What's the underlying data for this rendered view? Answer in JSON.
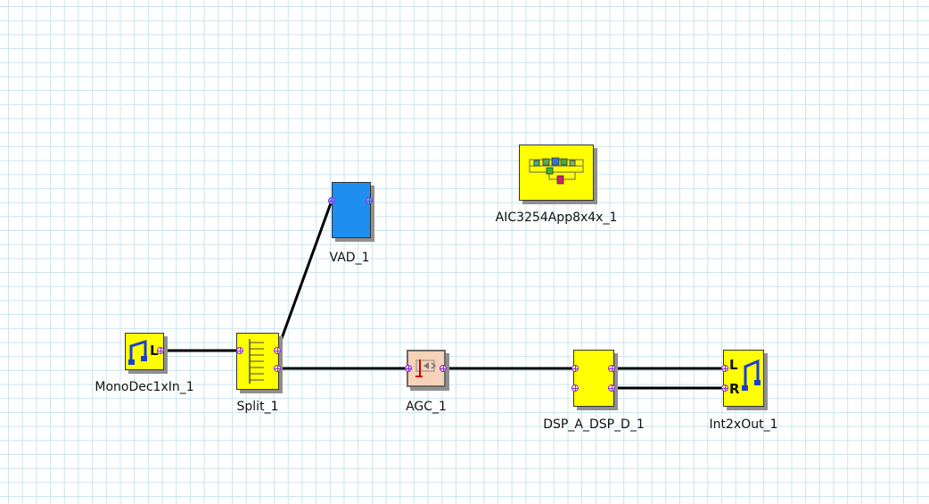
{
  "diagram": {
    "blocks": [
      {
        "id": "mono_in",
        "label": "MonoDec1xIn_1",
        "icon": "music-note-left-icon",
        "color": "#ffff00"
      },
      {
        "id": "split",
        "label": "Split_1",
        "icon": "splitter-bars-icon",
        "color": "#ffff00"
      },
      {
        "id": "vad",
        "label": "VAD_1",
        "icon": "",
        "color": "#1e8ef0"
      },
      {
        "id": "agc",
        "label": "AGC_1",
        "icon": "agc-compressor-icon",
        "color": "#f6d2b8"
      },
      {
        "id": "dsp",
        "label": "DSP_A_DSP_D_1",
        "icon": "",
        "color": "#ffff00"
      },
      {
        "id": "out",
        "label": "Int2xOut_1",
        "icon": "music-note-lr-icon",
        "color": "#ffff00"
      },
      {
        "id": "aic",
        "label": "AIC3254App8x4x_1",
        "icon": "process-flow-icon",
        "color": "#ffff00"
      }
    ],
    "port_letters": {
      "mono_left": "L",
      "out_left": "L",
      "out_right": "R"
    },
    "connections": [
      {
        "from": "mono_in",
        "to": "split"
      },
      {
        "from": "split",
        "to": "vad"
      },
      {
        "from": "split",
        "to": "agc"
      },
      {
        "from": "agc",
        "to": "dsp"
      },
      {
        "from": "dsp",
        "to": "out"
      },
      {
        "from": "dsp",
        "to": "out"
      }
    ]
  }
}
